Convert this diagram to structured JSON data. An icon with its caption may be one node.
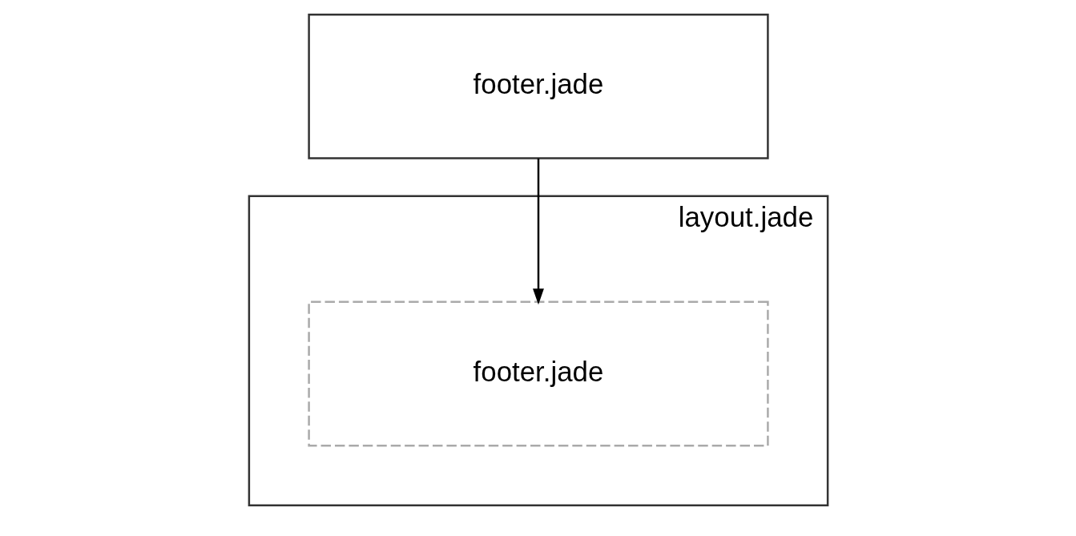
{
  "diagram": {
    "nodes": [
      {
        "text": [
          "layout.jade"
        ]
      },
      {
        "text": [
          "footer.jade"
        ],
        "in": 0
      },
      {
        "text": [
          "footer.jade"
        ]
      }
    ],
    "edges": [
      {
        "from": 2,
        "to": 1,
        "arrow": "to"
      }
    ]
  }
}
